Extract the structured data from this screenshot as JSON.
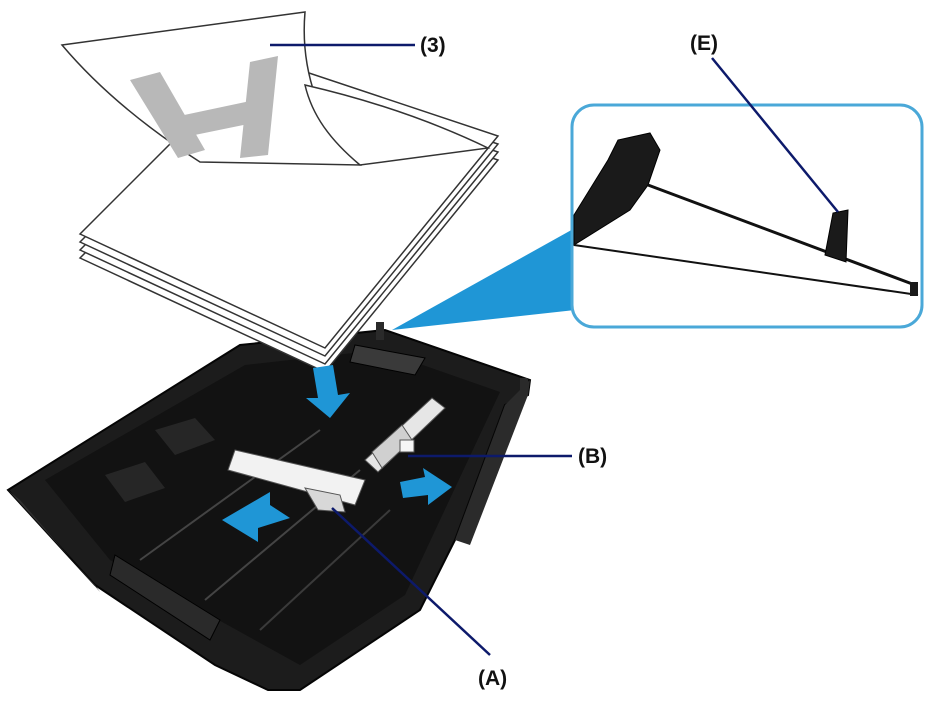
{
  "labels": {
    "paper": "(3)",
    "guide_e": "(E)",
    "guide_b": "(B)",
    "guide_a": "(A)"
  },
  "colors": {
    "tray": "#1c1c1c",
    "tray_dark": "#0a0a0a",
    "tray_light": "#3a3a3a",
    "arrow": "#1f96d6",
    "callout_border": "#4aa8d8",
    "leader_line": "#0d1a6b",
    "paper_edge": "#333333",
    "watermark": "#b8b8b8"
  },
  "icons": {
    "direction_arrows": "arrow-icon"
  }
}
